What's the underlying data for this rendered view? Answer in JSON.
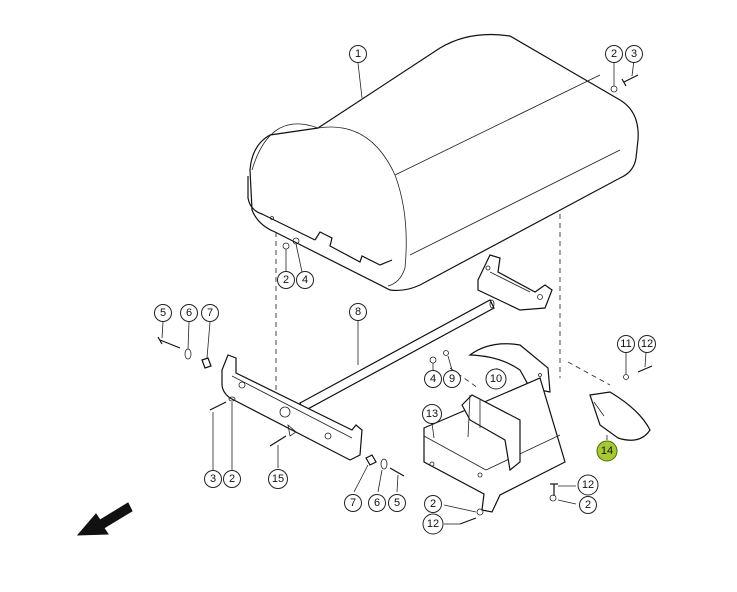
{
  "callouts": {
    "c1": "1",
    "c2_top": "2",
    "c3_top": "3",
    "c2_seat": "2",
    "c4_seat": "4",
    "c5_left": "5",
    "c6_left": "6",
    "c7_left": "7",
    "c8": "8",
    "c4_mid": "4",
    "c9": "9",
    "c10": "10",
    "c11": "11",
    "c12_right": "12",
    "c13": "13",
    "c14": "14",
    "c3_bottom": "3",
    "c2_bottom": "2",
    "c15": "15",
    "c7_bottom": "7",
    "c6_bottom": "6",
    "c5_bottom": "5",
    "c12_plate": "12",
    "c2_plate": "2",
    "c2_lower": "2",
    "c12_lower": "12"
  },
  "colors": {
    "highlight": "#a6c934"
  },
  "icons": {
    "direction": "arrow-icon"
  }
}
